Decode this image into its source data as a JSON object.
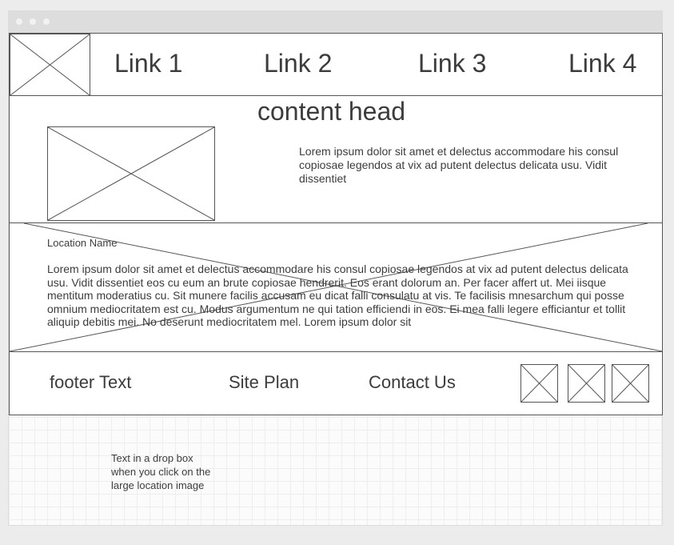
{
  "window": {
    "controls": [
      "close",
      "minimize",
      "maximize"
    ]
  },
  "header": {
    "logo_icon": "placeholder-image-icon",
    "nav": [
      {
        "label": "Link 1"
      },
      {
        "label": "Link 2"
      },
      {
        "label": "Link 3"
      },
      {
        "label": "Link 4"
      }
    ]
  },
  "content": {
    "head": "content head",
    "image_icon": "placeholder-image-icon",
    "intro": "Lorem ipsum dolor sit amet et delectus accommodare his consul copiosae legendos at vix ad putent delectus delicata usu. Vidit dissentiet"
  },
  "location": {
    "map_icon": "placeholder-image-icon",
    "name": "Location Name",
    "description": "Lorem ipsum dolor sit amet et delectus accommodare his consul copiosae legendos at vix ad putent delectus delicata usu. Vidit dissentiet eos cu eum an brute copiosae hendrerit. Eos erant dolorum an. Per facer affert ut. Mei iisque mentitum moderatius cu. Sit munere facilis accusam eu dicat falli consulatu at vis. Te facilisis mnesarchum qui posse omnium mediocritatem est cu. Modus argumentum ne qui tation efficiendi in eos. Ei mea falli legere efficiantur et tollit aliquip debitis mei. No deserunt mediocritatem mel. Lorem ipsum dolor sit"
  },
  "footer": {
    "text": "footer Text",
    "site_plan": "Site Plan",
    "contact": "Contact Us",
    "social_icons": [
      "placeholder-image-icon",
      "placeholder-image-icon",
      "placeholder-image-icon"
    ]
  },
  "annotation": {
    "note": "Text in a drop box when you click on the large location image"
  },
  "colors": {
    "line": "#555555",
    "text": "#3c3c3c",
    "grid": "#eeeeee",
    "titlebar": "#dddddd"
  }
}
